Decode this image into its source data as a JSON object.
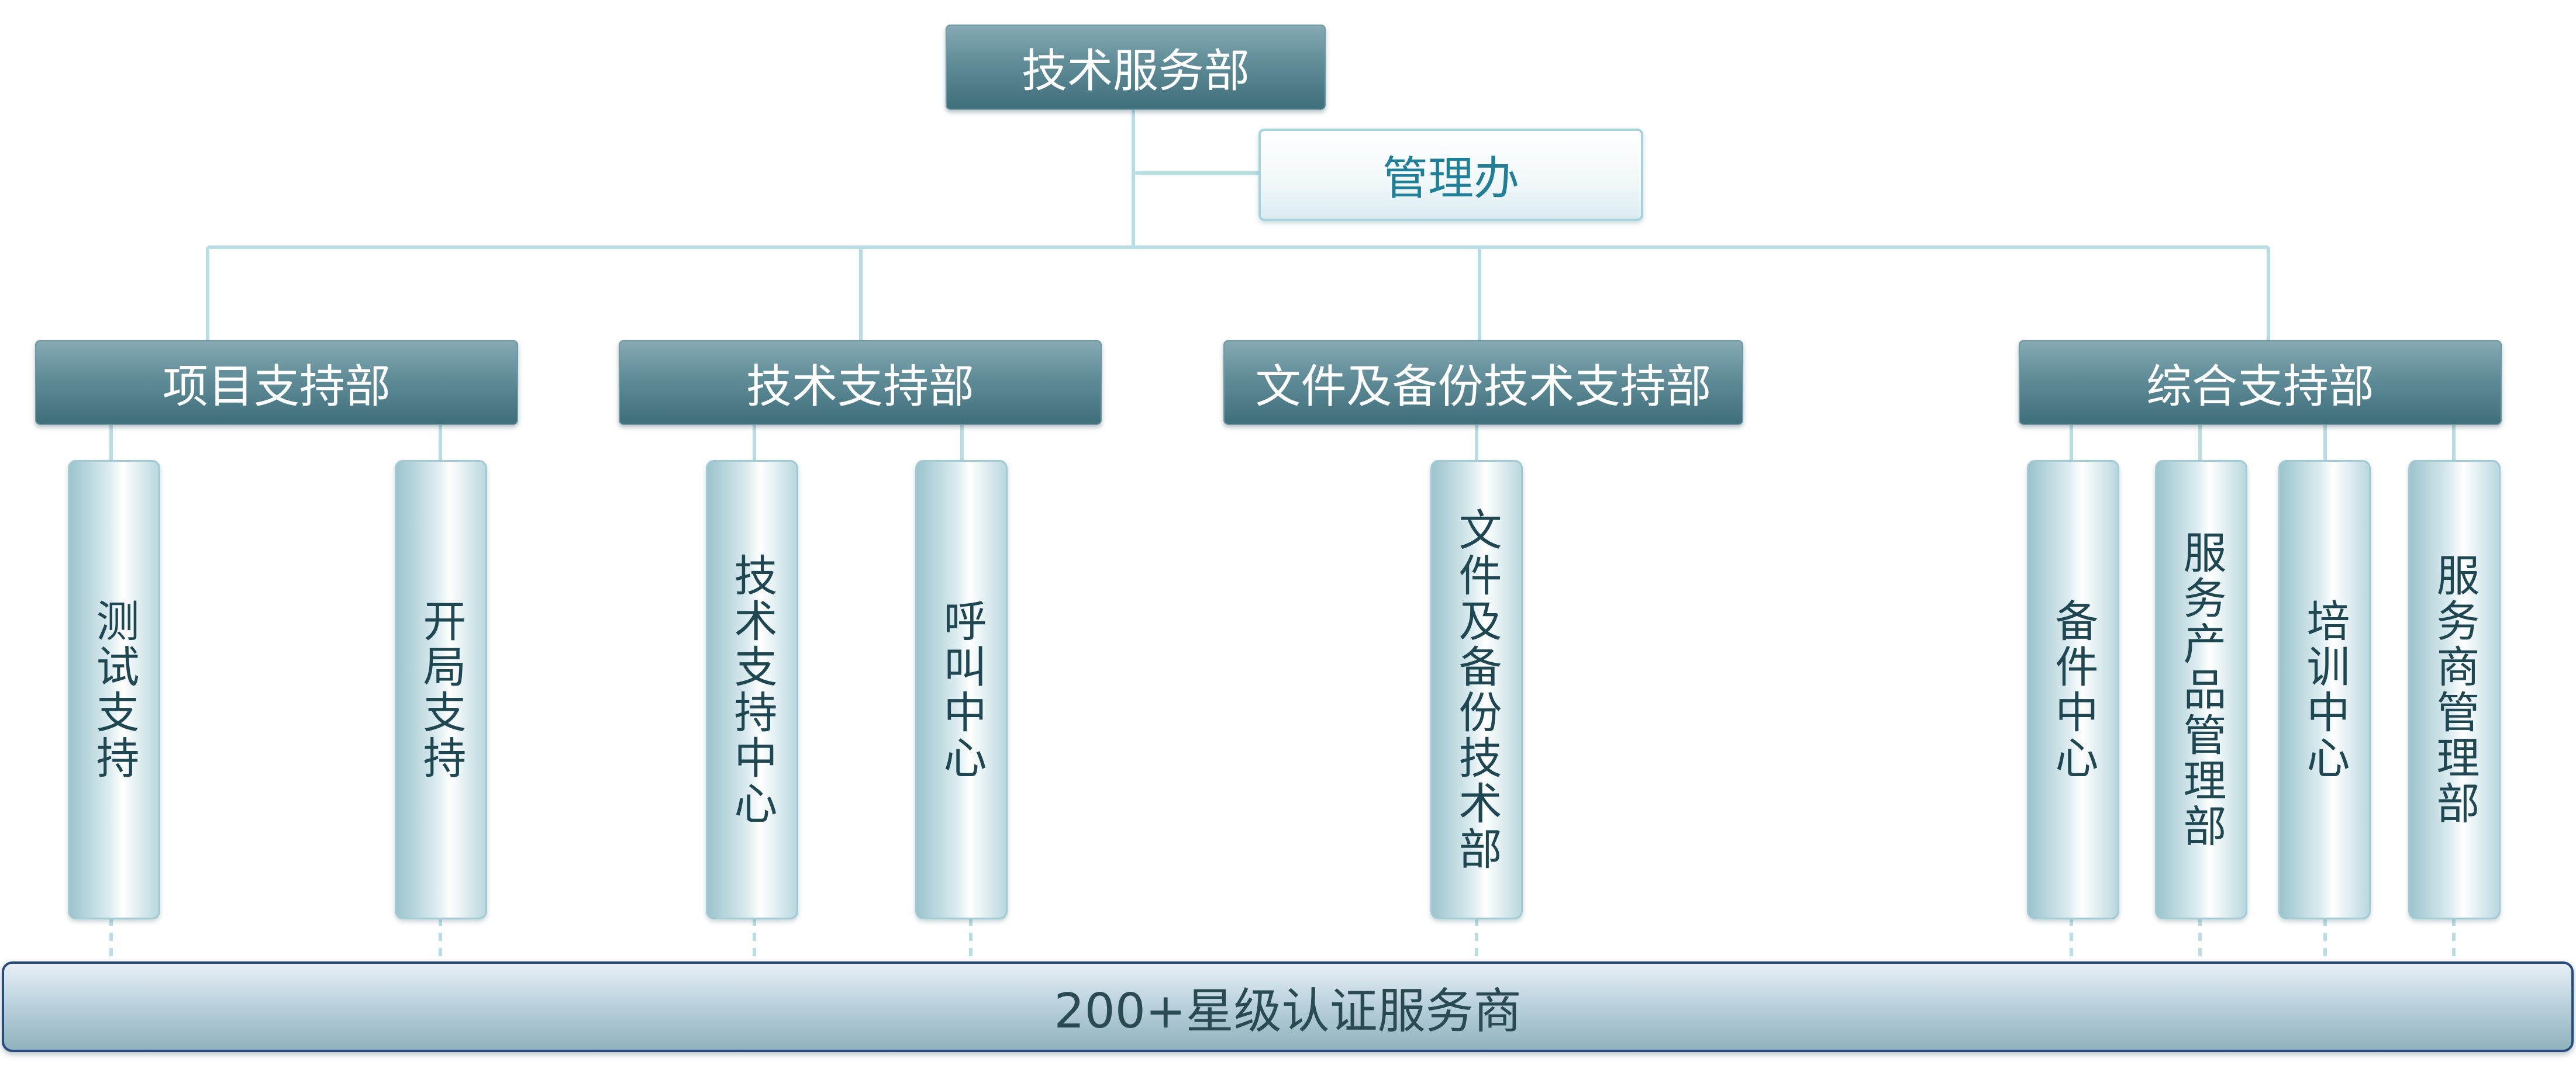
{
  "root": {
    "label": "技术服务部"
  },
  "office": {
    "label": "管理办"
  },
  "departments": [
    {
      "label": "项目支持部",
      "centers": [
        "测试支持",
        "开局支持"
      ]
    },
    {
      "label": "技术支持部",
      "centers": [
        "技术支持中心",
        "呼叫中心"
      ]
    },
    {
      "label": "文件及备份技术支持部",
      "centers": [
        "文件及备份技术部"
      ]
    },
    {
      "label": "综合支持部",
      "centers": [
        "备件中心",
        "服务产品管理部",
        "培训中心",
        "服务商管理部"
      ]
    }
  ],
  "provider": {
    "label": "200+星级认证服务商"
  },
  "colors": {
    "connector": "#b8dde5",
    "dept_top": "#86aab4",
    "dept_bottom": "#3f6f7b",
    "office_text": "#1f7f98",
    "provider_border": "#274b7c"
  }
}
